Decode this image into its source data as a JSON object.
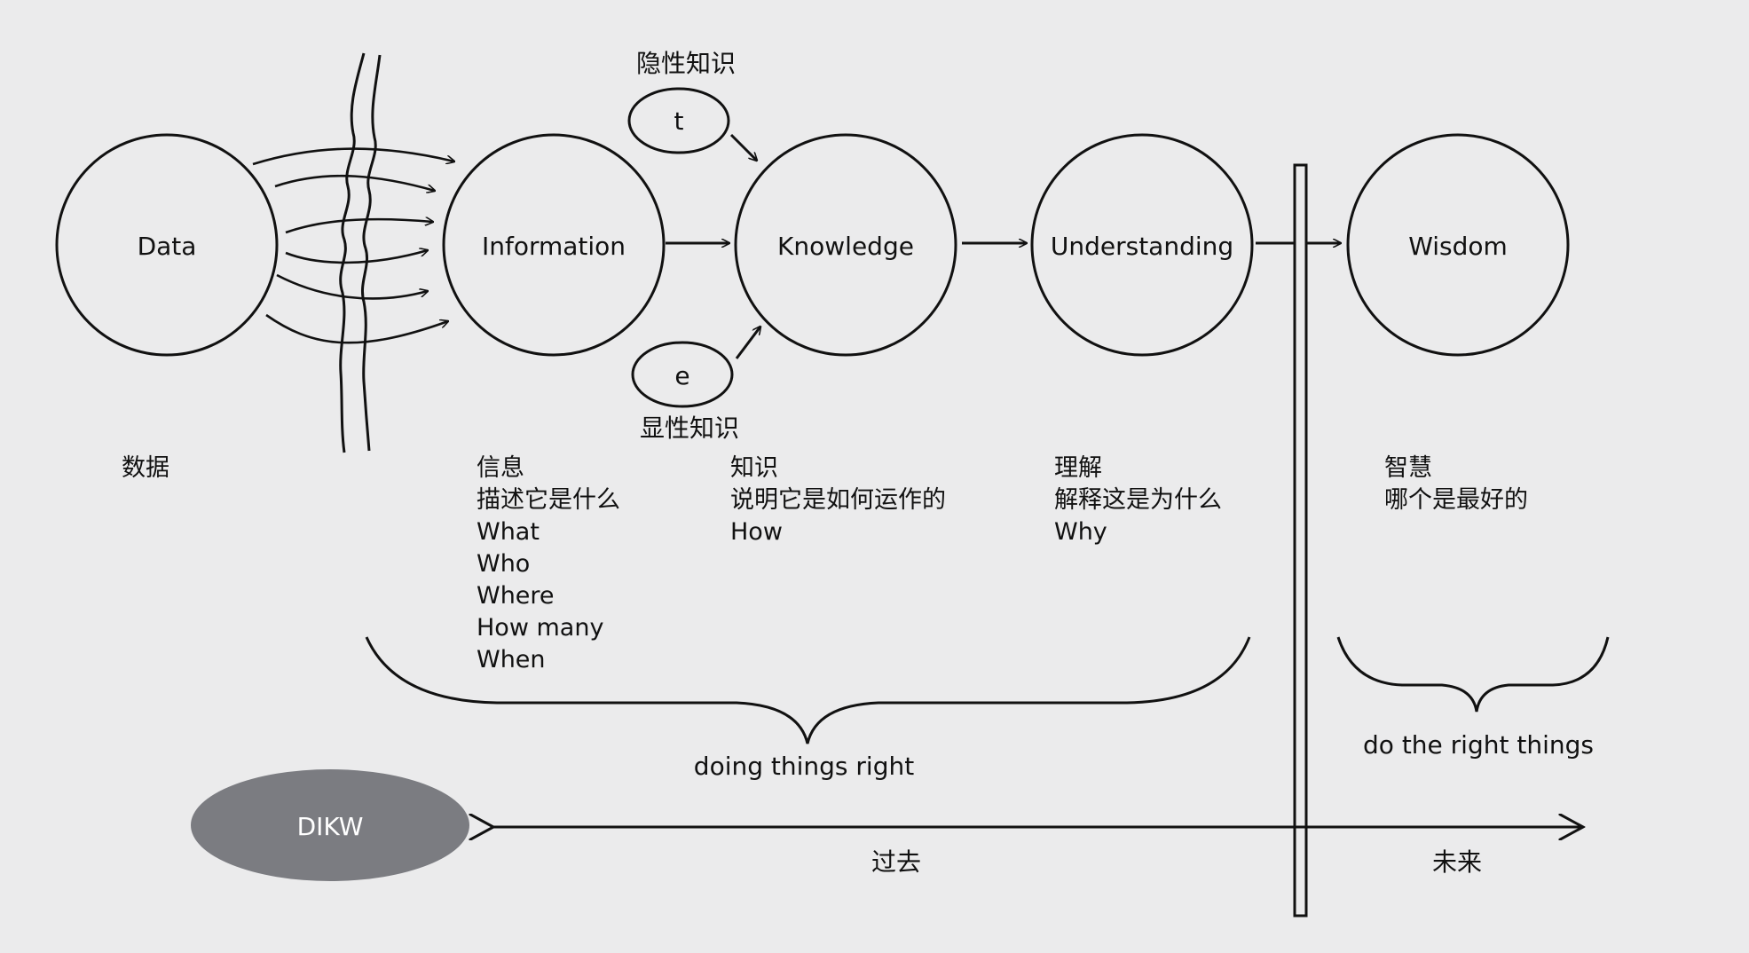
{
  "nodes": {
    "data": "Data",
    "information": "Information",
    "knowledge": "Knowledge",
    "understanding": "Understanding",
    "wisdom": "Wisdom"
  },
  "tacit": {
    "symbol": "t",
    "label": "隐性知识"
  },
  "explicit": {
    "symbol": "e",
    "label": "显性知识"
  },
  "descriptions": {
    "data": [
      "数据"
    ],
    "information": [
      "信息",
      "描述它是什么",
      "What",
      "Who",
      "Where",
      "How many",
      "When"
    ],
    "knowledge": [
      "知识",
      "说明它是如何运作的",
      "How"
    ],
    "understanding": [
      "理解",
      "解释这是为什么",
      "Why"
    ],
    "wisdom": [
      "智慧",
      "哪个是最好的"
    ]
  },
  "braces": {
    "left": "doing things right",
    "right": "do the right things"
  },
  "timeline": {
    "past": "过去",
    "future": "未来"
  },
  "badge": "DIKW",
  "colors": {
    "badge": "#7b7c81",
    "stroke": "#111111",
    "background": "#ebebec"
  }
}
